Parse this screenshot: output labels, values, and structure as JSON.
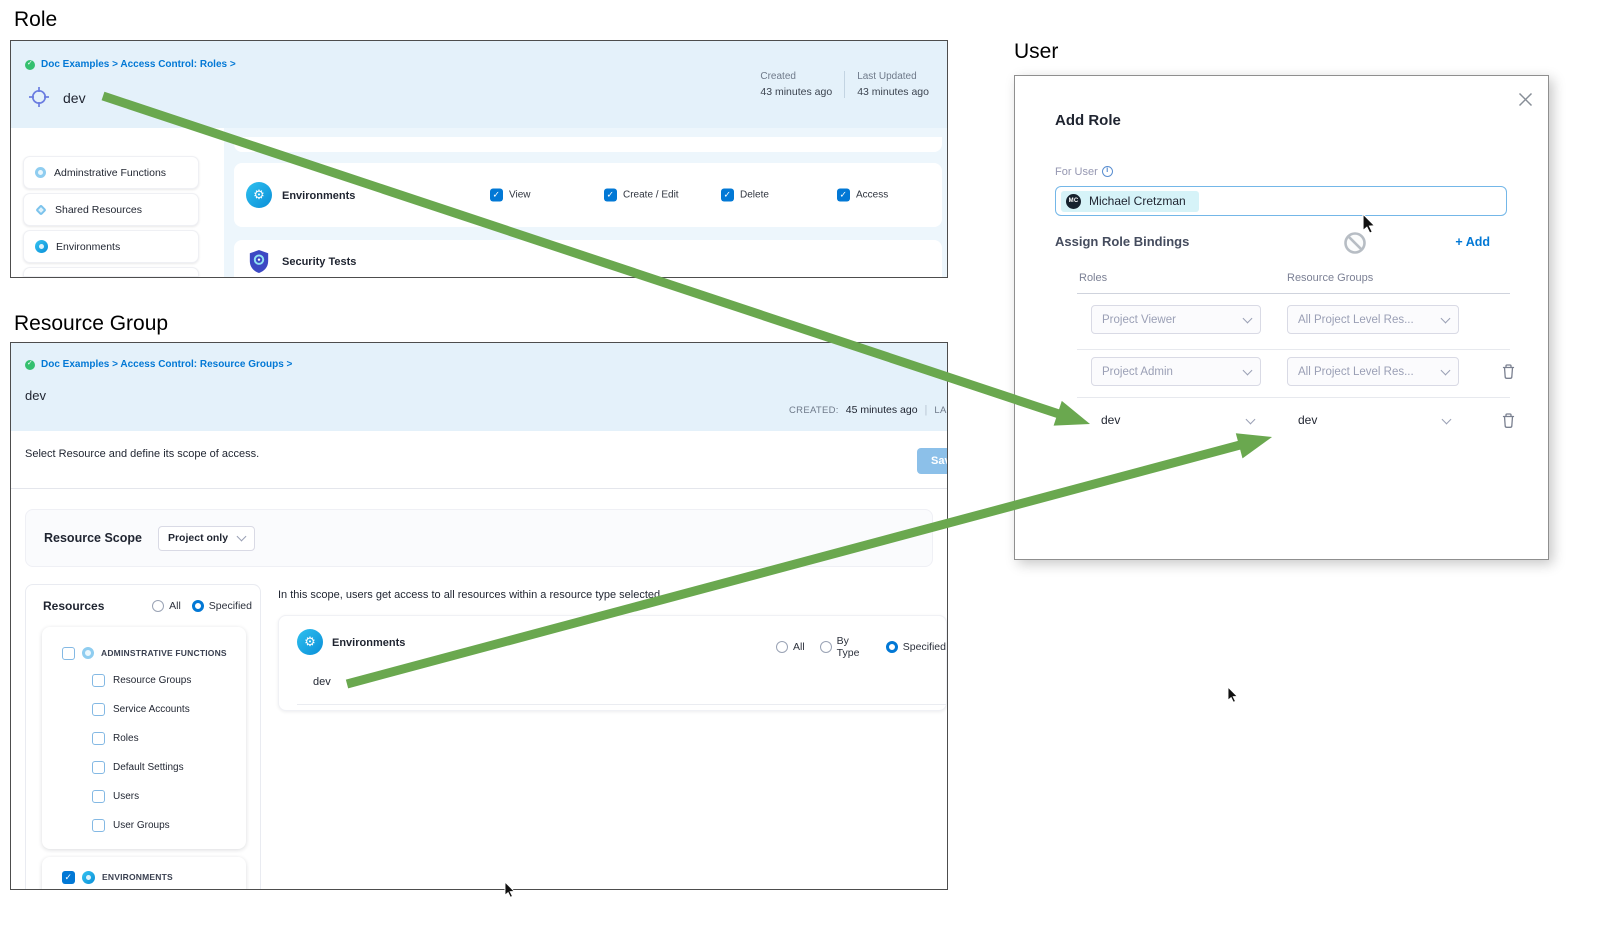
{
  "labels": {
    "role": "Role",
    "resource_group": "Resource Group",
    "user": "User"
  },
  "colors": {
    "accent_blue": "#0278d5",
    "arrow_green": "#6aa84f",
    "header_blue": "#e4f1fa",
    "chip_cyan": "#d6f3f8"
  },
  "role_panel": {
    "breadcrumb": "Doc Examples > Access Control: Roles >",
    "title": "dev",
    "created": {
      "label": "Created",
      "value": "43 minutes ago"
    },
    "last_updated": {
      "label": "Last Updated",
      "value": "43 minutes ago"
    },
    "sidebar_items": [
      {
        "label": "Adminstrative Functions"
      },
      {
        "label": "Shared Resources"
      },
      {
        "label": "Environments"
      }
    ],
    "environments_row": {
      "label": "Environments",
      "permissions": [
        "View",
        "Create / Edit",
        "Delete",
        "Access"
      ]
    },
    "security_row": {
      "label": "Security Tests"
    }
  },
  "resource_group_panel": {
    "breadcrumb": "Doc Examples > Access Control: Resource Groups >",
    "title": "dev",
    "created_label": "CREATED:",
    "created_value": "45 minutes ago",
    "separator": "|",
    "updated_label": "LAST UPDATED",
    "description": "Select Resource and define its scope of access.",
    "save_label": "Save",
    "resource_scope": {
      "label": "Resource Scope",
      "value": "Project only"
    },
    "resources": {
      "label": "Resources",
      "radio_all": "All",
      "radio_specified": "Specified",
      "admin_group": "ADMINSTRATIVE FUNCTIONS",
      "admin_children": [
        "Resource Groups",
        "Service Accounts",
        "Roles",
        "Default Settings",
        "Users",
        "User Groups"
      ],
      "environments_group": "ENVIRONMENTS"
    },
    "scope_note": "In this scope, users get access to all resources within a resource type selected",
    "environments_card": {
      "label": "Environments",
      "radio_all": "All",
      "radio_by_type": "By Type",
      "radio_specified": "Specified",
      "resource": "dev"
    }
  },
  "user_dialog": {
    "title": "Add Role",
    "for_user_label": "For User",
    "user": {
      "initials": "MC",
      "name": "Michael Cretzman"
    },
    "assign_label": "Assign Role Bindings",
    "add_label": "+ Add",
    "columns": [
      "Roles",
      "Resource Groups"
    ],
    "rows": [
      {
        "role": "Project Viewer",
        "resource_group": "All Project Level Res..."
      },
      {
        "role": "Project Admin",
        "resource_group": "All Project Level Res..."
      },
      {
        "role": "dev",
        "resource_group": "dev"
      }
    ]
  }
}
